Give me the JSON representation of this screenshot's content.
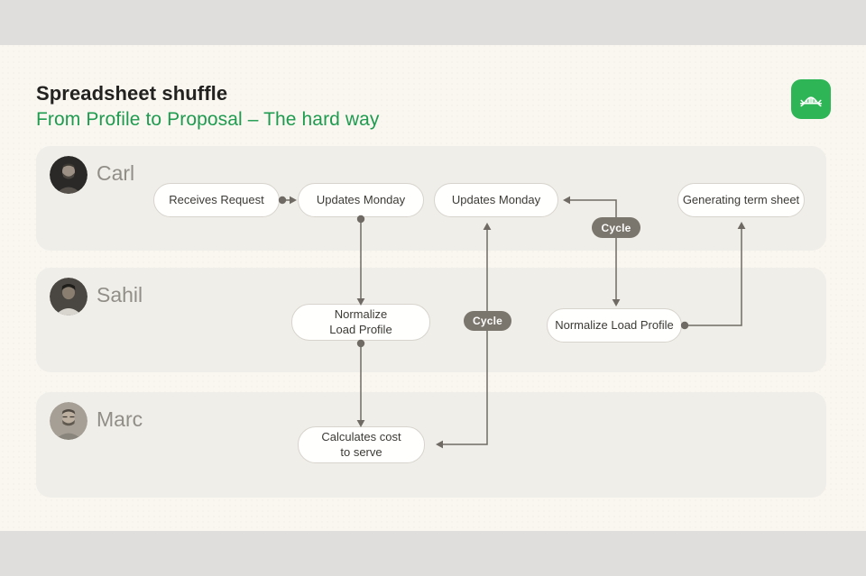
{
  "header": {
    "title": "Spreadsheet shuffle",
    "subtitle": "From Profile to Proposal – The hard way"
  },
  "logo": {
    "icon": "bridge-icon",
    "bg_color": "#2eb556"
  },
  "colors": {
    "accent_green": "#1f9b50",
    "logo_green": "#2eb556",
    "canvas_bg": "#faf7f1",
    "bar_gray": "#dfdedc",
    "lane_bg": "#f0eee9",
    "node_bg": "#fffffe",
    "node_border": "#d7d4cd",
    "node_text": "#3c3a35",
    "edge_gray": "#6f6b64",
    "badge_bg": "#7b766d",
    "name_gray": "#918e88",
    "title_dark": "#232220"
  },
  "lanes": [
    {
      "name": "Carl"
    },
    {
      "name": "Sahil"
    },
    {
      "name": "Marc"
    }
  ],
  "nodes": [
    {
      "label": "Receives Request",
      "lane": "Carl"
    },
    {
      "label": "Updates Monday",
      "lane": "Carl"
    },
    {
      "label": "Updates Monday",
      "lane": "Carl"
    },
    {
      "label": "Generating term sheet",
      "lane": "Carl"
    },
    {
      "label": "Normalize\nLoad Profile",
      "lane": "Sahil"
    },
    {
      "label": "Normalize Load Profile",
      "lane": "Sahil"
    },
    {
      "label": "Calculates cost\nto serve",
      "lane": "Marc"
    }
  ],
  "edges": [
    {
      "from": "Receives Request",
      "to": "Updates Monday"
    },
    {
      "from": "Updates Monday",
      "to": "Normalize Load Profile"
    },
    {
      "from": "Normalize Load Profile",
      "to": "Calculates cost to serve"
    },
    {
      "from": "Updates Monday",
      "to": "Calculates cost to serve",
      "label": "Cycle",
      "bidirectional": true
    },
    {
      "from": "Updates Monday",
      "to": "Normalize Load Profile",
      "label": "Cycle",
      "bidirectional": true
    },
    {
      "from": "Normalize Load Profile",
      "to": "Generating term sheet"
    }
  ]
}
